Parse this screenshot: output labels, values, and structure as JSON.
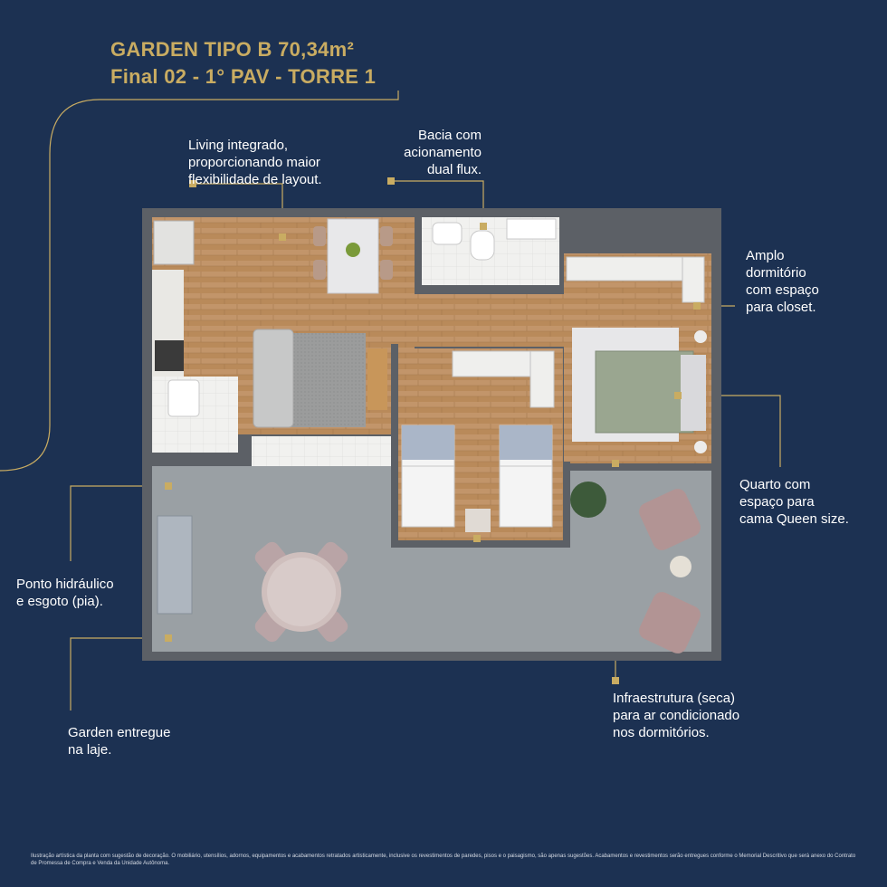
{
  "title": {
    "line1": "GARDEN TIPO B 70,34m²",
    "line2": "Final 02 - 1° PAV - TORRE 1"
  },
  "callouts": [
    {
      "id": "living",
      "text": "Living integrado,\nproporcionando maior\nflexibilidade de layout."
    },
    {
      "id": "bacia",
      "text": "Bacia com\nacionamento\ndual flux."
    },
    {
      "id": "dormitorio",
      "text": "Amplo\ndormitório\ncom espaço\npara closet."
    },
    {
      "id": "quarto",
      "text": "Quarto com\nespaço para\ncama Queen size."
    },
    {
      "id": "ponto",
      "text": "Ponto hidráulico\ne esgoto (pia)."
    },
    {
      "id": "garden",
      "text": "Garden entregue\nna laje."
    },
    {
      "id": "infra",
      "text": "Infraestrutura (seca)\npara ar condicionado\nnos dormitórios."
    }
  ],
  "footer_note": "Ilustração artística da planta com sugestão de decoração. O mobiliário, utensílios, adornos, equipamentos e acabamentos retratados artisticamente, inclusive os revestimentos de paredes, pisos e o paisagismo, são apenas sugestões. Acabamentos e revestimentos serão entregues conforme o Memorial Descritivo que será anexo do Contrato de Promessa de Compra e Venda da Unidade Autônoma.",
  "colors": {
    "background": "#1c3152",
    "accent_gold": "#c9ac62",
    "wood_floor": "#b98a5a",
    "tile_floor": "#f1f1ef",
    "garden_floor": "#9aa0a4",
    "wall": "#5c6066"
  }
}
